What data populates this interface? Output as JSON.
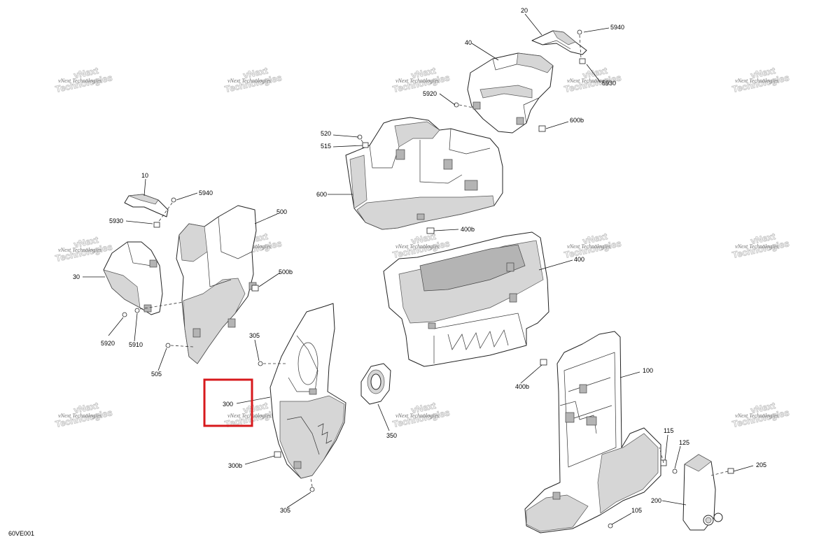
{
  "diagram": {
    "drawing_code": "60VE001",
    "watermark": {
      "line1": "vNext",
      "line2": "Technologies",
      "small": "vNext Technologies"
    },
    "highlight_color": "#d7191c",
    "callouts": {
      "c20": "20",
      "c5940a": "5940",
      "c40": "40",
      "c5930a": "5930",
      "c5920a": "5920",
      "c600b": "600b",
      "c520": "520",
      "c515": "515",
      "c600": "600",
      "c400b_top": "400b",
      "c10": "10",
      "c5940b": "5940",
      "c5930b": "5930",
      "c500": "500",
      "c30": "30",
      "c500b": "500b",
      "c5920b": "5920",
      "c5910": "5910",
      "c505": "505",
      "c400": "400",
      "c305_top": "305",
      "c300": "300",
      "c350": "350",
      "c300b": "300b",
      "c305_bottom": "305",
      "c400b_bottom": "400b",
      "c100": "100",
      "c115": "115",
      "c125": "125",
      "c205": "205",
      "c200": "200",
      "c105": "105"
    }
  }
}
